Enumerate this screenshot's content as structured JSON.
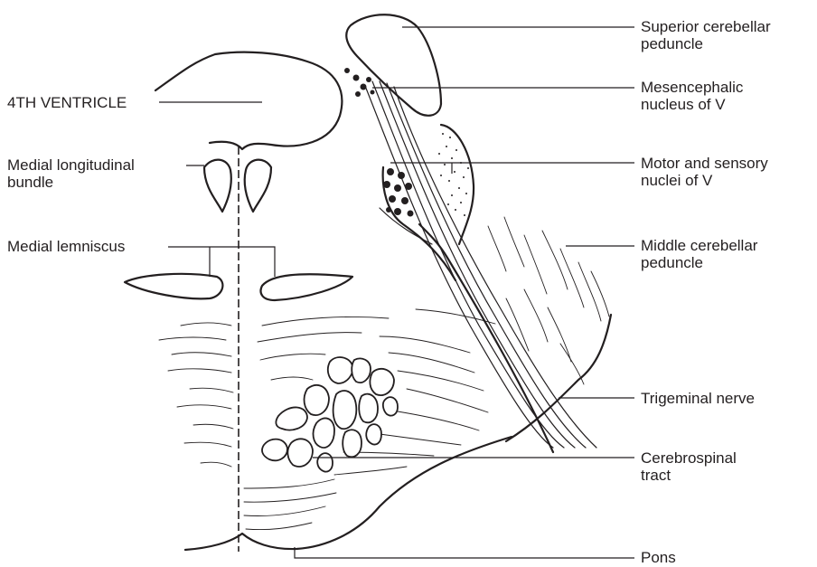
{
  "labels": {
    "ventricle": "4TH VENTRICLE",
    "mlf_line1": "Medial longitudinal",
    "mlf_line2": "bundle",
    "lemniscus": "Medial lemniscus",
    "scp_line1": "Superior cerebellar",
    "scp_line2": "peduncle",
    "mes_line1": "Mesencephalic",
    "mes_line2": "nucleus of V",
    "motor_line1": "Motor and sensory",
    "motor_line2": "nuclei of V",
    "mcp_line1": "Middle cerebellar",
    "mcp_line2": "peduncle",
    "trigeminal": "Trigeminal nerve",
    "cst_line1": "Cerebrospinal",
    "cst_line2": "tract",
    "pons": "Pons"
  }
}
